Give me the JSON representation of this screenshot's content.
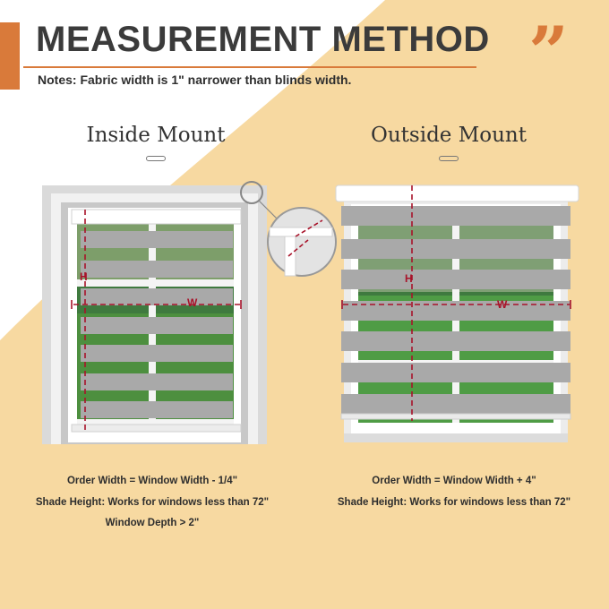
{
  "header": {
    "title": "MEASUREMENT METHOD",
    "notes": "Notes: Fabric width is 1\" narrower than blinds width.",
    "quote_icon": "quotation-mark-icon"
  },
  "inside_mount": {
    "title": "Inside Mount",
    "height_label": "H",
    "width_label": "W",
    "specs": [
      "Order Width = Window Width - 1/4\"",
      "Shade Height: Works for windows less than 72\"",
      "Window Depth > 2\""
    ]
  },
  "outside_mount": {
    "title": "Outside Mount",
    "height_label": "H",
    "width_label": "W",
    "specs": [
      "Order Width = Window Width + 4\"",
      "Shade Height: Works for windows less than 72\""
    ]
  },
  "colors": {
    "background": "#f7d9a1",
    "accent": "#d97a3a",
    "measure_line": "#a8132a",
    "blind_stripe": "#a9a9a9"
  }
}
